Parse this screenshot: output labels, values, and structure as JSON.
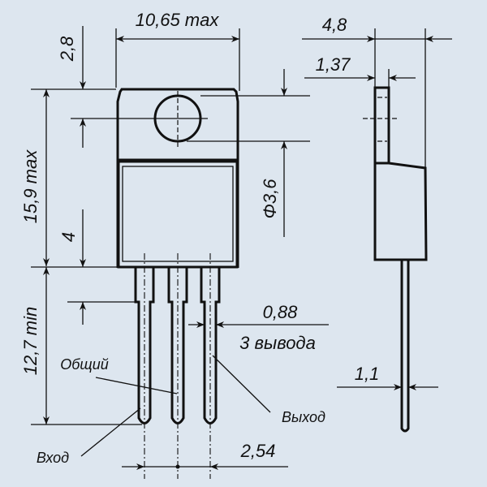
{
  "title": "TO-220 package outline drawing",
  "dimensions": {
    "width_max": "10,65 max",
    "tab_hole_offset": "2,8",
    "body_height_max": "15,9 max",
    "lead_shoulder": "4",
    "lead_length_min": "12,7 min",
    "hole_diameter": "Φ3,6",
    "lead_width": "0,88",
    "lead_count_note": "3 вывода",
    "pitch": "2,54",
    "thickness": "4,8",
    "tab_thickness": "1,37",
    "lead_thickness": "1,1"
  },
  "pins": {
    "input": "Вход",
    "common": "Общий",
    "output": "Выход"
  },
  "colors": {
    "background": "#dde6ef",
    "line": "#111111"
  }
}
